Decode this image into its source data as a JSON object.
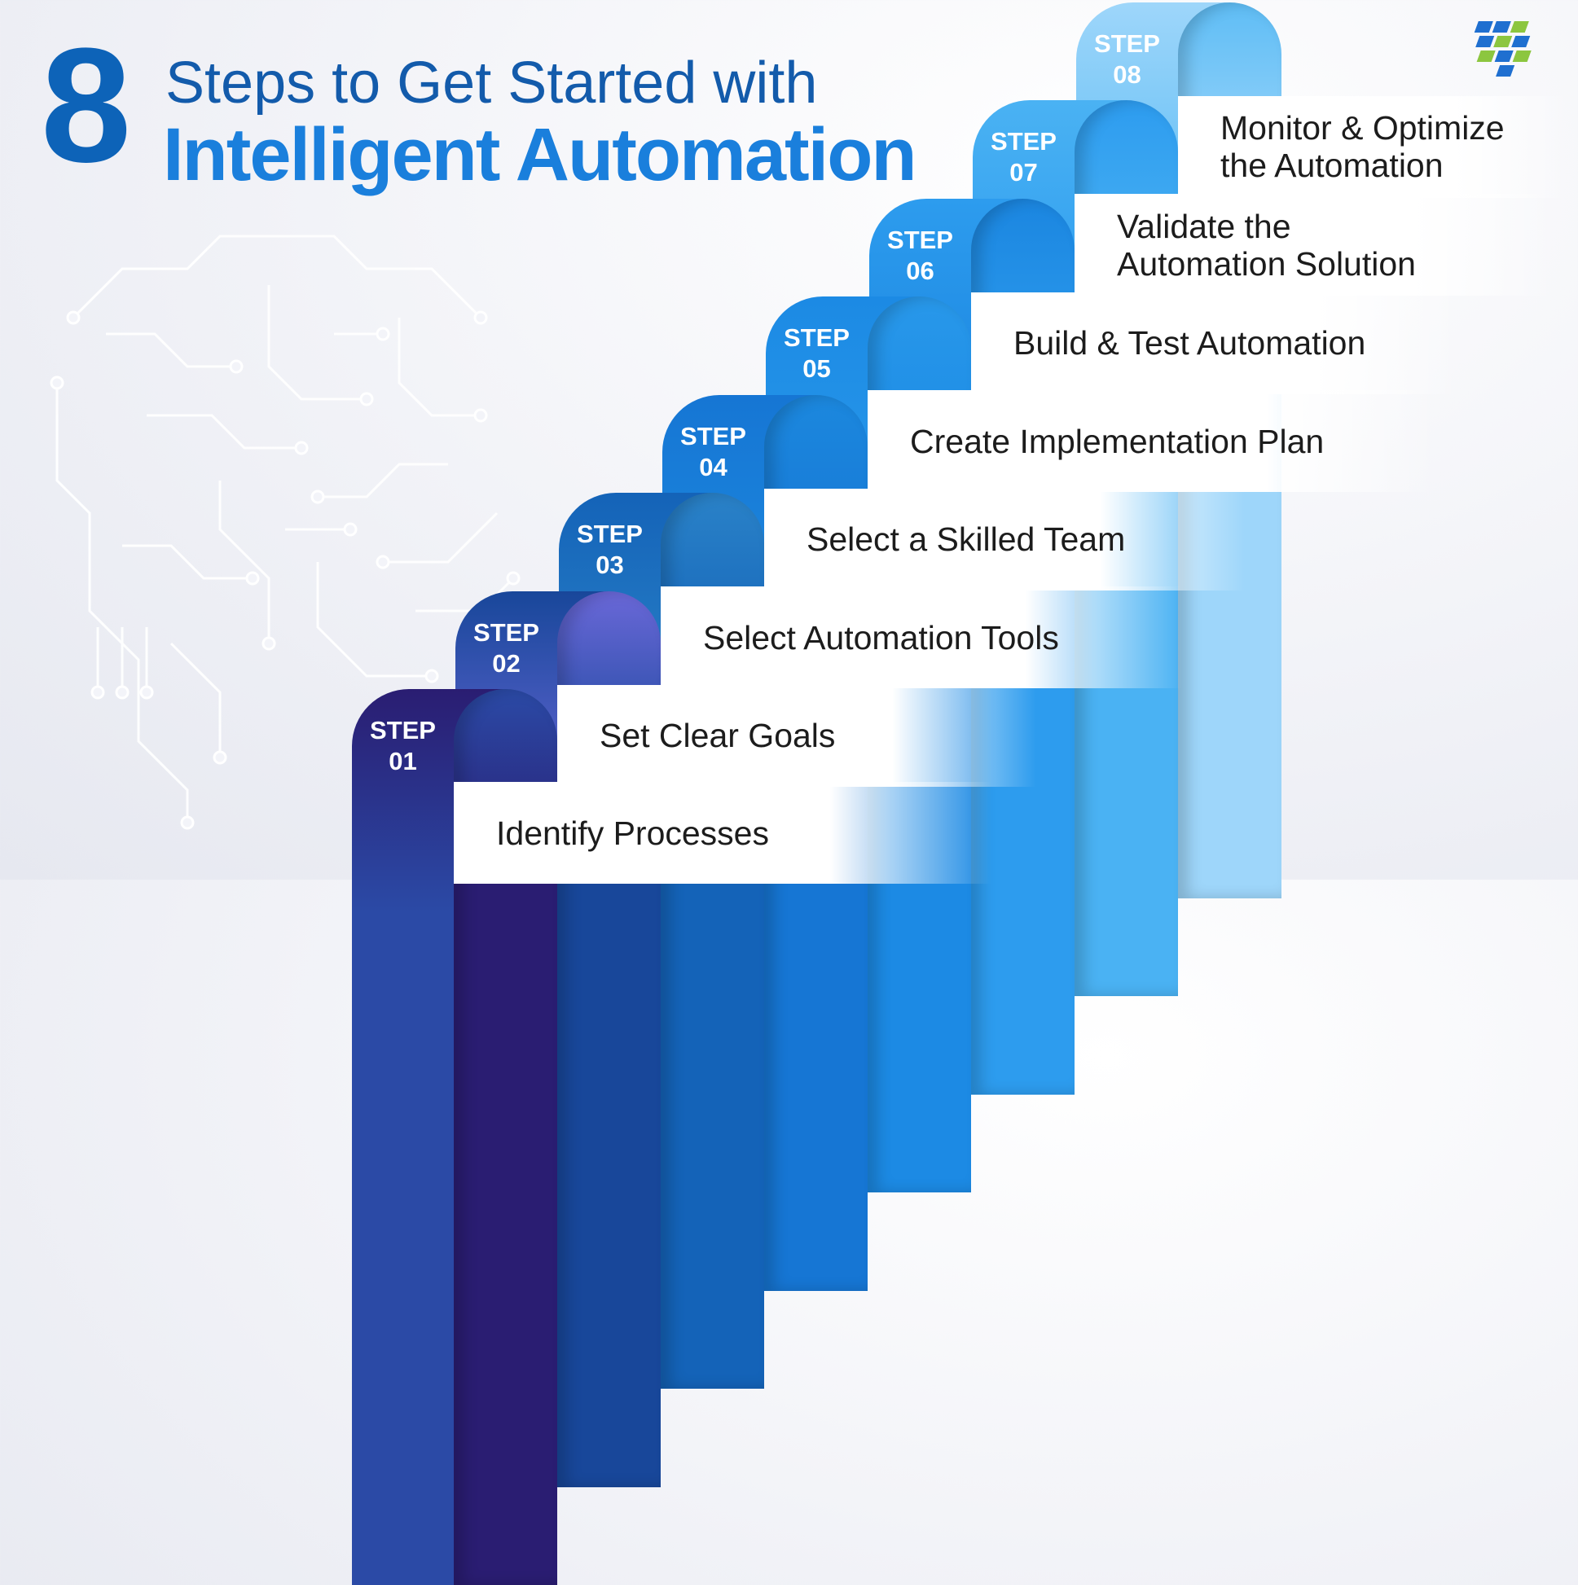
{
  "title": {
    "number": "8",
    "line1": "Steps to Get Started with",
    "line2": "Intelligent Automation"
  },
  "steps": [
    {
      "label": "STEP\n01",
      "text": "Identify Processes",
      "color_top": "#2a1d72",
      "color_bottom": "#2b4aa6"
    },
    {
      "label": "STEP\n02",
      "text": "Set Clear Goals",
      "color_top": "#18479a",
      "color_bottom": "#6a68d8"
    },
    {
      "label": "STEP\n03",
      "text": "Select Automation Tools",
      "color_top": "#1463b8",
      "color_bottom": "#2a82c8"
    },
    {
      "label": "STEP\n04",
      "text": "Select a Skilled Team",
      "color_top": "#1676d4",
      "color_bottom": "#1c88de"
    },
    {
      "label": "STEP\n05",
      "text": "Create Implementation Plan",
      "color_top": "#1c8ae4",
      "color_bottom": "#2898ea"
    },
    {
      "label": "STEP\n06",
      "text": "Build & Test Automation",
      "color_top": "#2d9cee",
      "color_bottom": "#1b86e0"
    },
    {
      "label": "STEP\n07",
      "text": "Validate the\nAutomation Solution",
      "color_top": "#4ab2f3",
      "color_bottom": "#2d9cef"
    },
    {
      "label": "STEP\n08",
      "text": "Monitor & Optimize\nthe Automation",
      "color_top": "#9ed6fa",
      "color_bottom": "#5fbdf5"
    }
  ],
  "colors": {
    "title_number": "#0d63b8",
    "title_line1": "#135bab",
    "title_line2": "#1a7fdc",
    "logo_blue": "#1f6fd0",
    "logo_green": "#8cc63f"
  },
  "icons": {
    "logo": "company-logo-icon",
    "background": "circuit-brain-icon"
  }
}
